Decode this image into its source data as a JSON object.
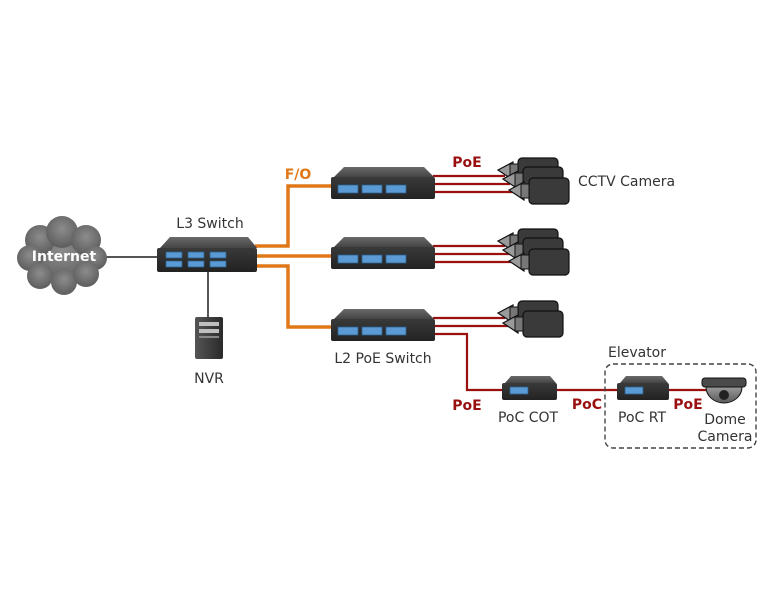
{
  "labels": {
    "internet": "Internet",
    "l3_switch": "L3 Switch",
    "nvr": "NVR",
    "fiber": "F/O",
    "poe_top": "PoE",
    "cctv_camera": "CCTV Camera",
    "l2_poe_switch": "L2 PoE Switch",
    "poe_left": "PoE",
    "poc_cot": "PoC COT",
    "poc_link": "PoC",
    "poc_rt": "PoC RT",
    "poe_right": "PoE",
    "elevator": "Elevator",
    "dome_line1": "Dome",
    "dome_line2": "Camera"
  },
  "colors": {
    "fiber_link": "#e07818",
    "poe_link": "#9a1010",
    "ethernet_link": "#555555",
    "device_body": "#3d3d3d",
    "port": "#5b9bd5"
  },
  "icons": {
    "cloud": "cloud-icon",
    "switch": "network-switch-icon",
    "server": "server-tower-icon",
    "camera": "bullet-camera-icon",
    "dome": "dome-camera-icon"
  }
}
